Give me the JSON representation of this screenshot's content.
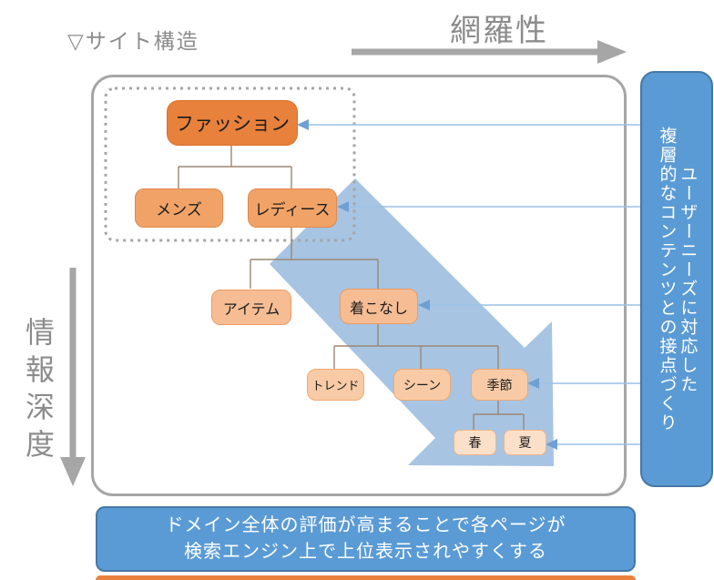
{
  "title": "▽サイト構造",
  "axes": {
    "horizontal": "網羅性",
    "vertical": "情報深度"
  },
  "tree": {
    "nodes": [
      {
        "id": "fashion",
        "label": "ファッション",
        "level": 1
      },
      {
        "id": "mens",
        "label": "メンズ",
        "level": 2
      },
      {
        "id": "ladies",
        "label": "レディース",
        "level": 2
      },
      {
        "id": "item",
        "label": "アイテム",
        "level": 3
      },
      {
        "id": "kikonashi",
        "label": "着こなし",
        "level": 3
      },
      {
        "id": "trend",
        "label": "トレンド",
        "level": 4
      },
      {
        "id": "scene",
        "label": "シーン",
        "level": 4
      },
      {
        "id": "season",
        "label": "季節",
        "level": 4
      },
      {
        "id": "spring",
        "label": "春",
        "level": 5
      },
      {
        "id": "summer",
        "label": "夏",
        "level": 5
      }
    ]
  },
  "side_panel": {
    "column_right": "ユーザーニーズに対応した",
    "column_left": "複層的なコンテンツとの接点づくり"
  },
  "bottom_banner": {
    "line1": "ドメイン全体の評価が高まることで各ページが",
    "line2": "検索エンジン上で上位表示されやすくする"
  },
  "colors": {
    "accent_blue": "#5B9BD5",
    "band_blue": "#A7C4E3",
    "callout_line_blue": "#9CC0E4",
    "orange_dark": "#E8813C",
    "orange_mid": "#F1A367",
    "orange_light": "#F6BD94",
    "orange_lighter": "#F8CBA6",
    "orange_lightest": "#FAE0C9",
    "axis_gray": "#A6A6A6",
    "text_gray": "#8C8C8C"
  }
}
